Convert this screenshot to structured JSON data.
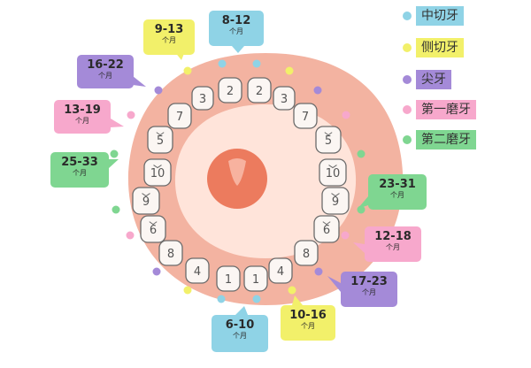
{
  "colors": {
    "central": "#8fd3e6",
    "lateral": "#f2f06a",
    "canine": "#a48ad8",
    "first_molar": "#f7a8cc",
    "second_molar": "#7fd691",
    "gum": "#f3b3a1",
    "palate": "#ffe4da",
    "tongue": "#ec7b5e",
    "tooth": "#fbf6f3",
    "tooth_outline": "#6b6b6b"
  },
  "legend": [
    {
      "label": "中切牙",
      "color_key": "central"
    },
    {
      "label": "侧切牙",
      "color_key": "lateral"
    },
    {
      "label": "尖牙",
      "color_key": "canine"
    },
    {
      "label": "第一磨牙",
      "color_key": "first_molar"
    },
    {
      "label": "第二磨牙",
      "color_key": "second_molar"
    }
  ],
  "upper_tooth_numbers": [
    "10",
    "5",
    "7",
    "3",
    "2",
    "2",
    "3",
    "7",
    "5",
    "10"
  ],
  "lower_tooth_numbers": [
    "9",
    "6",
    "8",
    "4",
    "1",
    "1",
    "4",
    "8",
    "6",
    "9"
  ],
  "unit_label": "个月",
  "bubbles": {
    "upper_central": {
      "range": "8-12",
      "color_key": "central"
    },
    "upper_lateral": {
      "range": "9-13",
      "color_key": "lateral"
    },
    "upper_canine": {
      "range": "16-22",
      "color_key": "canine"
    },
    "upper_first_molar": {
      "range": "13-19",
      "color_key": "first_molar"
    },
    "upper_second_molar": {
      "range": "25-33",
      "color_key": "second_molar"
    },
    "lower_second_molar": {
      "range": "23-31",
      "color_key": "second_molar"
    },
    "lower_first_molar": {
      "range": "12-18",
      "color_key": "first_molar"
    },
    "lower_canine": {
      "range": "17-23",
      "color_key": "canine"
    },
    "lower_lateral": {
      "range": "10-16",
      "color_key": "lateral"
    },
    "lower_central": {
      "range": "6-10",
      "color_key": "central"
    }
  }
}
